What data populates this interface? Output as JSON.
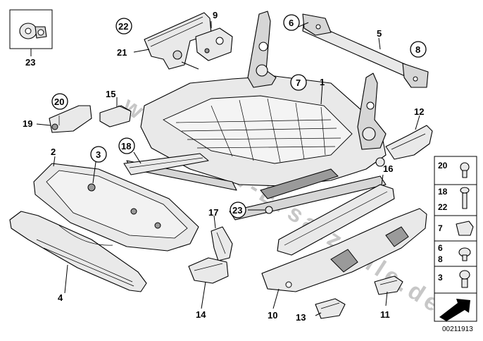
{
  "diagram": {
    "labels": {
      "l1": "1",
      "l2": "2",
      "l3": "3",
      "l4": "4",
      "l5": "5",
      "l6": "6",
      "l7": "7",
      "l8": "8",
      "l9": "9",
      "l10": "10",
      "l11": "11",
      "l12": "12",
      "l13": "13",
      "l14": "14",
      "l15": "15",
      "l16": "16",
      "l17": "17",
      "l18": "18",
      "l19": "19",
      "l20": "20",
      "l21": "21",
      "l22": "22",
      "l23a": "23",
      "l23b": "23"
    },
    "watermark": "www.BMW-Ersatzteile.de",
    "doc_number": "00211913"
  },
  "parts_key": {
    "k20": "20",
    "k18": "18",
    "k22": "22",
    "k7": "7",
    "k6": "6",
    "k8": "8",
    "k3": "3"
  }
}
